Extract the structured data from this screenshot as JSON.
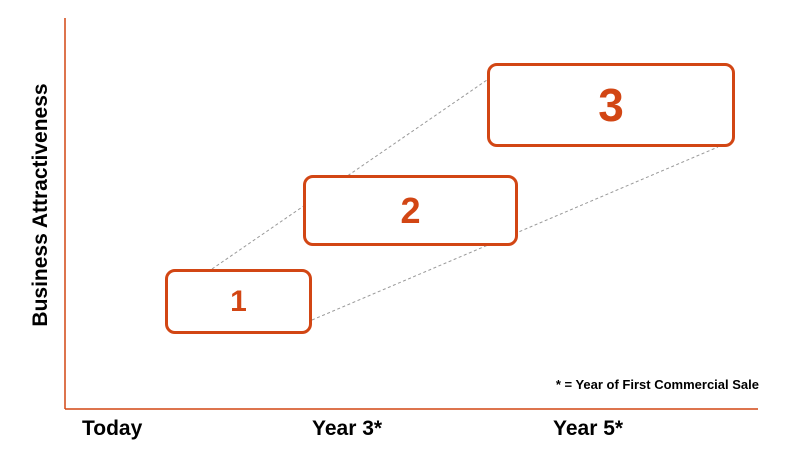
{
  "colors": {
    "accent": "#d24614",
    "axis": "#d24614",
    "connector": "#999999",
    "text": "#000000"
  },
  "y_axis": {
    "title": "Business Attractiveness"
  },
  "x_axis": {
    "labels": [
      "Today",
      "Year 3*",
      "Year 5*"
    ]
  },
  "stages": [
    {
      "label": "1"
    },
    {
      "label": "2"
    },
    {
      "label": "3"
    }
  ],
  "footnote": "* = Year of First Commercial Sale"
}
